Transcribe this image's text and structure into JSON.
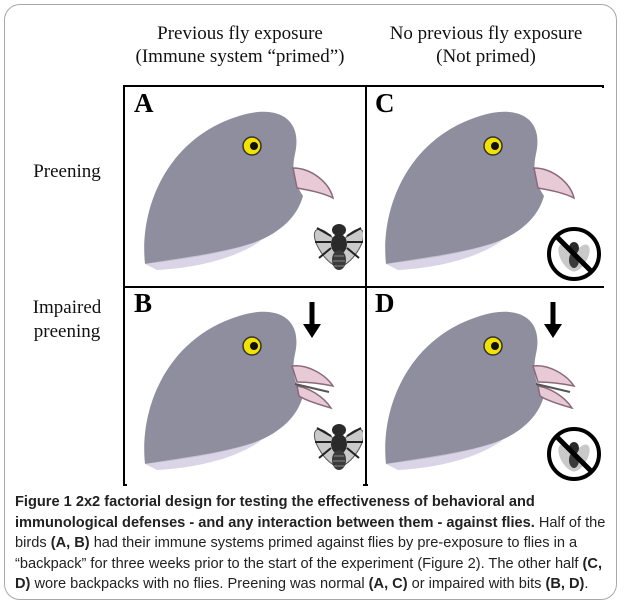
{
  "columns": [
    {
      "line1": "Previous fly exposure",
      "line2": "(Immune system “primed”)"
    },
    {
      "line1": "No previous fly exposure",
      "line2": "(Not primed)"
    }
  ],
  "rows": [
    {
      "lines": [
        "Preening"
      ]
    },
    {
      "lines": [
        "Impaired",
        "preening"
      ]
    }
  ],
  "panels": [
    {
      "label": "A",
      "arrow": false,
      "fly": "fly",
      "bit": false
    },
    {
      "label": "C",
      "arrow": false,
      "fly": "no-fly",
      "bit": false
    },
    {
      "label": "B",
      "arrow": true,
      "fly": "fly",
      "bit": true
    },
    {
      "label": "D",
      "arrow": true,
      "fly": "no-fly",
      "bit": true
    }
  ],
  "colors": {
    "head": "#8f8e9f",
    "head_dark": "#6f6e80",
    "beak": "#e8c9d6",
    "eye": "#f3e100",
    "fly_body": "#2a2a2a",
    "wing": "#c9c9c9"
  },
  "caption": {
    "figure_label": "Figure 1",
    "title": "2x2 factorial design for testing the effectiveness of behavioral and immunological defenses - and any interaction between them - against flies.",
    "text_1": "Half of the birds",
    "ref_1": "(A, B)",
    "text_2": "had their immune systems primed against flies by pre-exposure to flies in a “backpack” for three weeks prior to the start of the experiment (Figure 2). The other half",
    "ref_2": "(C, D)",
    "text_3": "wore backpacks with no flies. Preening was normal",
    "ref_3": "(A, C)",
    "text_4": "or impaired with bits",
    "ref_4": "(B, D)",
    "text_5": "."
  }
}
